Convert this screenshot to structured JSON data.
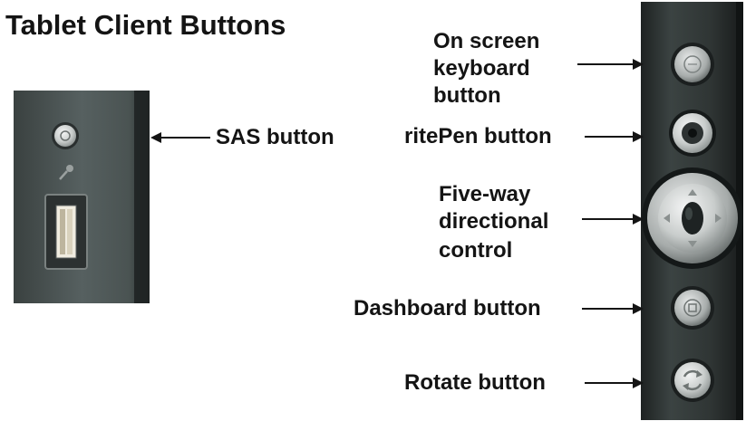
{
  "title": "Tablet Client Buttons",
  "labels": {
    "sas": "SAS button",
    "osk_line1": "On screen",
    "osk_line2": "keyboard",
    "osk_line3": "button",
    "ritepen": "ritePen button",
    "fiveway_line1": "Five-way",
    "fiveway_line2": "directional",
    "fiveway_line3": "control",
    "dashboard": "Dashboard button",
    "rotate": "Rotate button"
  },
  "colors": {
    "panel_dark": "#2b3030",
    "panel_mid": "#4a5250",
    "metal_light": "#d6d9d8",
    "text": "#141414"
  },
  "icons": {
    "sas": "security-key-icon",
    "usb": "usb-port-icon",
    "key": "key-icon",
    "osk": "keyboard-icon",
    "ritepen": "pen-icon",
    "dashboard": "dashboard-icon",
    "rotate": "rotate-icon"
  }
}
